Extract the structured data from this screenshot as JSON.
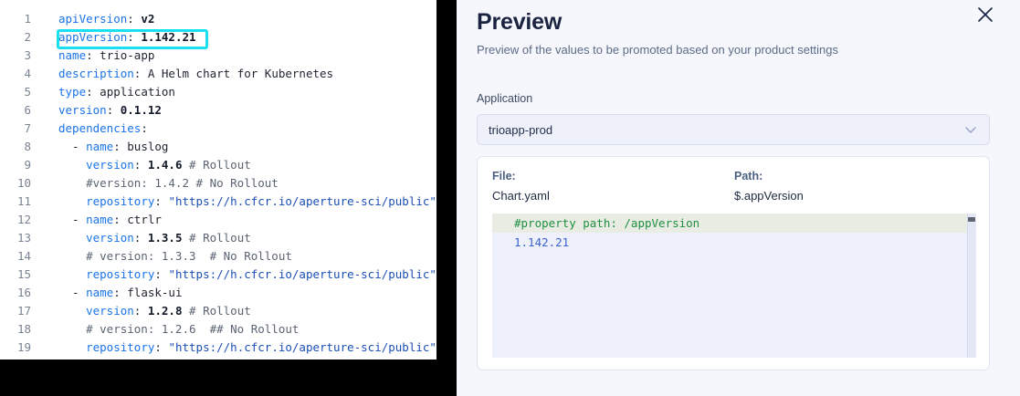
{
  "editor": {
    "language": "yaml",
    "highlight": {
      "line": 2,
      "color": "#18e0f0",
      "text": "appVersion: 1.142.21"
    },
    "lines": [
      {
        "n": "1",
        "tokens": [
          {
            "t": "apiVersion",
            "c": "k"
          },
          {
            "t": ": ",
            "c": "plain"
          },
          {
            "t": "v2",
            "c": "v"
          }
        ]
      },
      {
        "n": "2",
        "tokens": [
          {
            "t": "appVersion",
            "c": "k"
          },
          {
            "t": ": ",
            "c": "plain"
          },
          {
            "t": "1.142.21",
            "c": "v"
          }
        ]
      },
      {
        "n": "3",
        "tokens": [
          {
            "t": "name",
            "c": "k"
          },
          {
            "t": ": ",
            "c": "plain"
          },
          {
            "t": "trio-app",
            "c": "plain"
          }
        ]
      },
      {
        "n": "4",
        "tokens": [
          {
            "t": "description",
            "c": "k"
          },
          {
            "t": ": ",
            "c": "plain"
          },
          {
            "t": "A Helm chart for Kubernetes",
            "c": "plain"
          }
        ]
      },
      {
        "n": "5",
        "tokens": [
          {
            "t": "type",
            "c": "k"
          },
          {
            "t": ": ",
            "c": "plain"
          },
          {
            "t": "application",
            "c": "plain"
          }
        ]
      },
      {
        "n": "6",
        "tokens": [
          {
            "t": "version",
            "c": "k"
          },
          {
            "t": ": ",
            "c": "plain"
          },
          {
            "t": "0.1.12",
            "c": "v"
          }
        ]
      },
      {
        "n": "7",
        "tokens": [
          {
            "t": "dependencies",
            "c": "k"
          },
          {
            "t": ":",
            "c": "plain"
          }
        ]
      },
      {
        "n": "8",
        "tokens": [
          {
            "t": "  - ",
            "c": "dash"
          },
          {
            "t": "name",
            "c": "k"
          },
          {
            "t": ": ",
            "c": "plain"
          },
          {
            "t": "buslog",
            "c": "plain"
          }
        ]
      },
      {
        "n": "9",
        "tokens": [
          {
            "t": "    ",
            "c": "plain"
          },
          {
            "t": "version",
            "c": "k"
          },
          {
            "t": ": ",
            "c": "plain"
          },
          {
            "t": "1.4.6",
            "c": "v"
          },
          {
            "t": " # Rollout",
            "c": "cm"
          }
        ]
      },
      {
        "n": "10",
        "tokens": [
          {
            "t": "    #version: 1.4.2 # No Rollout",
            "c": "cm"
          }
        ]
      },
      {
        "n": "11",
        "tokens": [
          {
            "t": "    ",
            "c": "plain"
          },
          {
            "t": "repository",
            "c": "k"
          },
          {
            "t": ": ",
            "c": "plain"
          },
          {
            "t": "\"https://h.cfcr.io/aperture-sci/public\"",
            "c": "str"
          }
        ]
      },
      {
        "n": "12",
        "tokens": [
          {
            "t": "  - ",
            "c": "dash"
          },
          {
            "t": "name",
            "c": "k"
          },
          {
            "t": ": ",
            "c": "plain"
          },
          {
            "t": "ctrlr",
            "c": "plain"
          }
        ]
      },
      {
        "n": "13",
        "tokens": [
          {
            "t": "    ",
            "c": "plain"
          },
          {
            "t": "version",
            "c": "k"
          },
          {
            "t": ": ",
            "c": "plain"
          },
          {
            "t": "1.3.5",
            "c": "v"
          },
          {
            "t": " # Rollout",
            "c": "cm"
          }
        ]
      },
      {
        "n": "14",
        "tokens": [
          {
            "t": "    # version: 1.3.3  # No Rollout",
            "c": "cm"
          }
        ]
      },
      {
        "n": "15",
        "tokens": [
          {
            "t": "    ",
            "c": "plain"
          },
          {
            "t": "repository",
            "c": "k"
          },
          {
            "t": ": ",
            "c": "plain"
          },
          {
            "t": "\"https://h.cfcr.io/aperture-sci/public\"",
            "c": "str"
          }
        ]
      },
      {
        "n": "16",
        "tokens": [
          {
            "t": "  - ",
            "c": "dash"
          },
          {
            "t": "name",
            "c": "k"
          },
          {
            "t": ": ",
            "c": "plain"
          },
          {
            "t": "flask-ui",
            "c": "plain"
          }
        ]
      },
      {
        "n": "17",
        "tokens": [
          {
            "t": "    ",
            "c": "plain"
          },
          {
            "t": "version",
            "c": "k"
          },
          {
            "t": ": ",
            "c": "plain"
          },
          {
            "t": "1.2.8",
            "c": "v"
          },
          {
            "t": " # Rollout",
            "c": "cm"
          }
        ]
      },
      {
        "n": "18",
        "tokens": [
          {
            "t": "    # version: 1.2.6  ## No Rollout",
            "c": "cm"
          }
        ]
      },
      {
        "n": "19",
        "tokens": [
          {
            "t": "    ",
            "c": "plain"
          },
          {
            "t": "repository",
            "c": "k"
          },
          {
            "t": ": ",
            "c": "plain"
          },
          {
            "t": "\"https://h.cfcr.io/aperture-sci/public\"",
            "c": "str"
          }
        ]
      }
    ]
  },
  "drawer": {
    "title": "Preview",
    "subtitle": "Preview of the values to be promoted based on your product settings",
    "close_icon": "close-icon",
    "application": {
      "label": "Application",
      "selected": "trioapp-prod",
      "chevron_icon": "chevron-down-icon"
    },
    "card": {
      "file_label": "File:",
      "file_value": "Chart.yaml",
      "path_label": "Path:",
      "path_value": "$.appVersion",
      "code": {
        "comment_line": "#property path: /appVersion",
        "value_line": "1.142.21"
      }
    }
  }
}
